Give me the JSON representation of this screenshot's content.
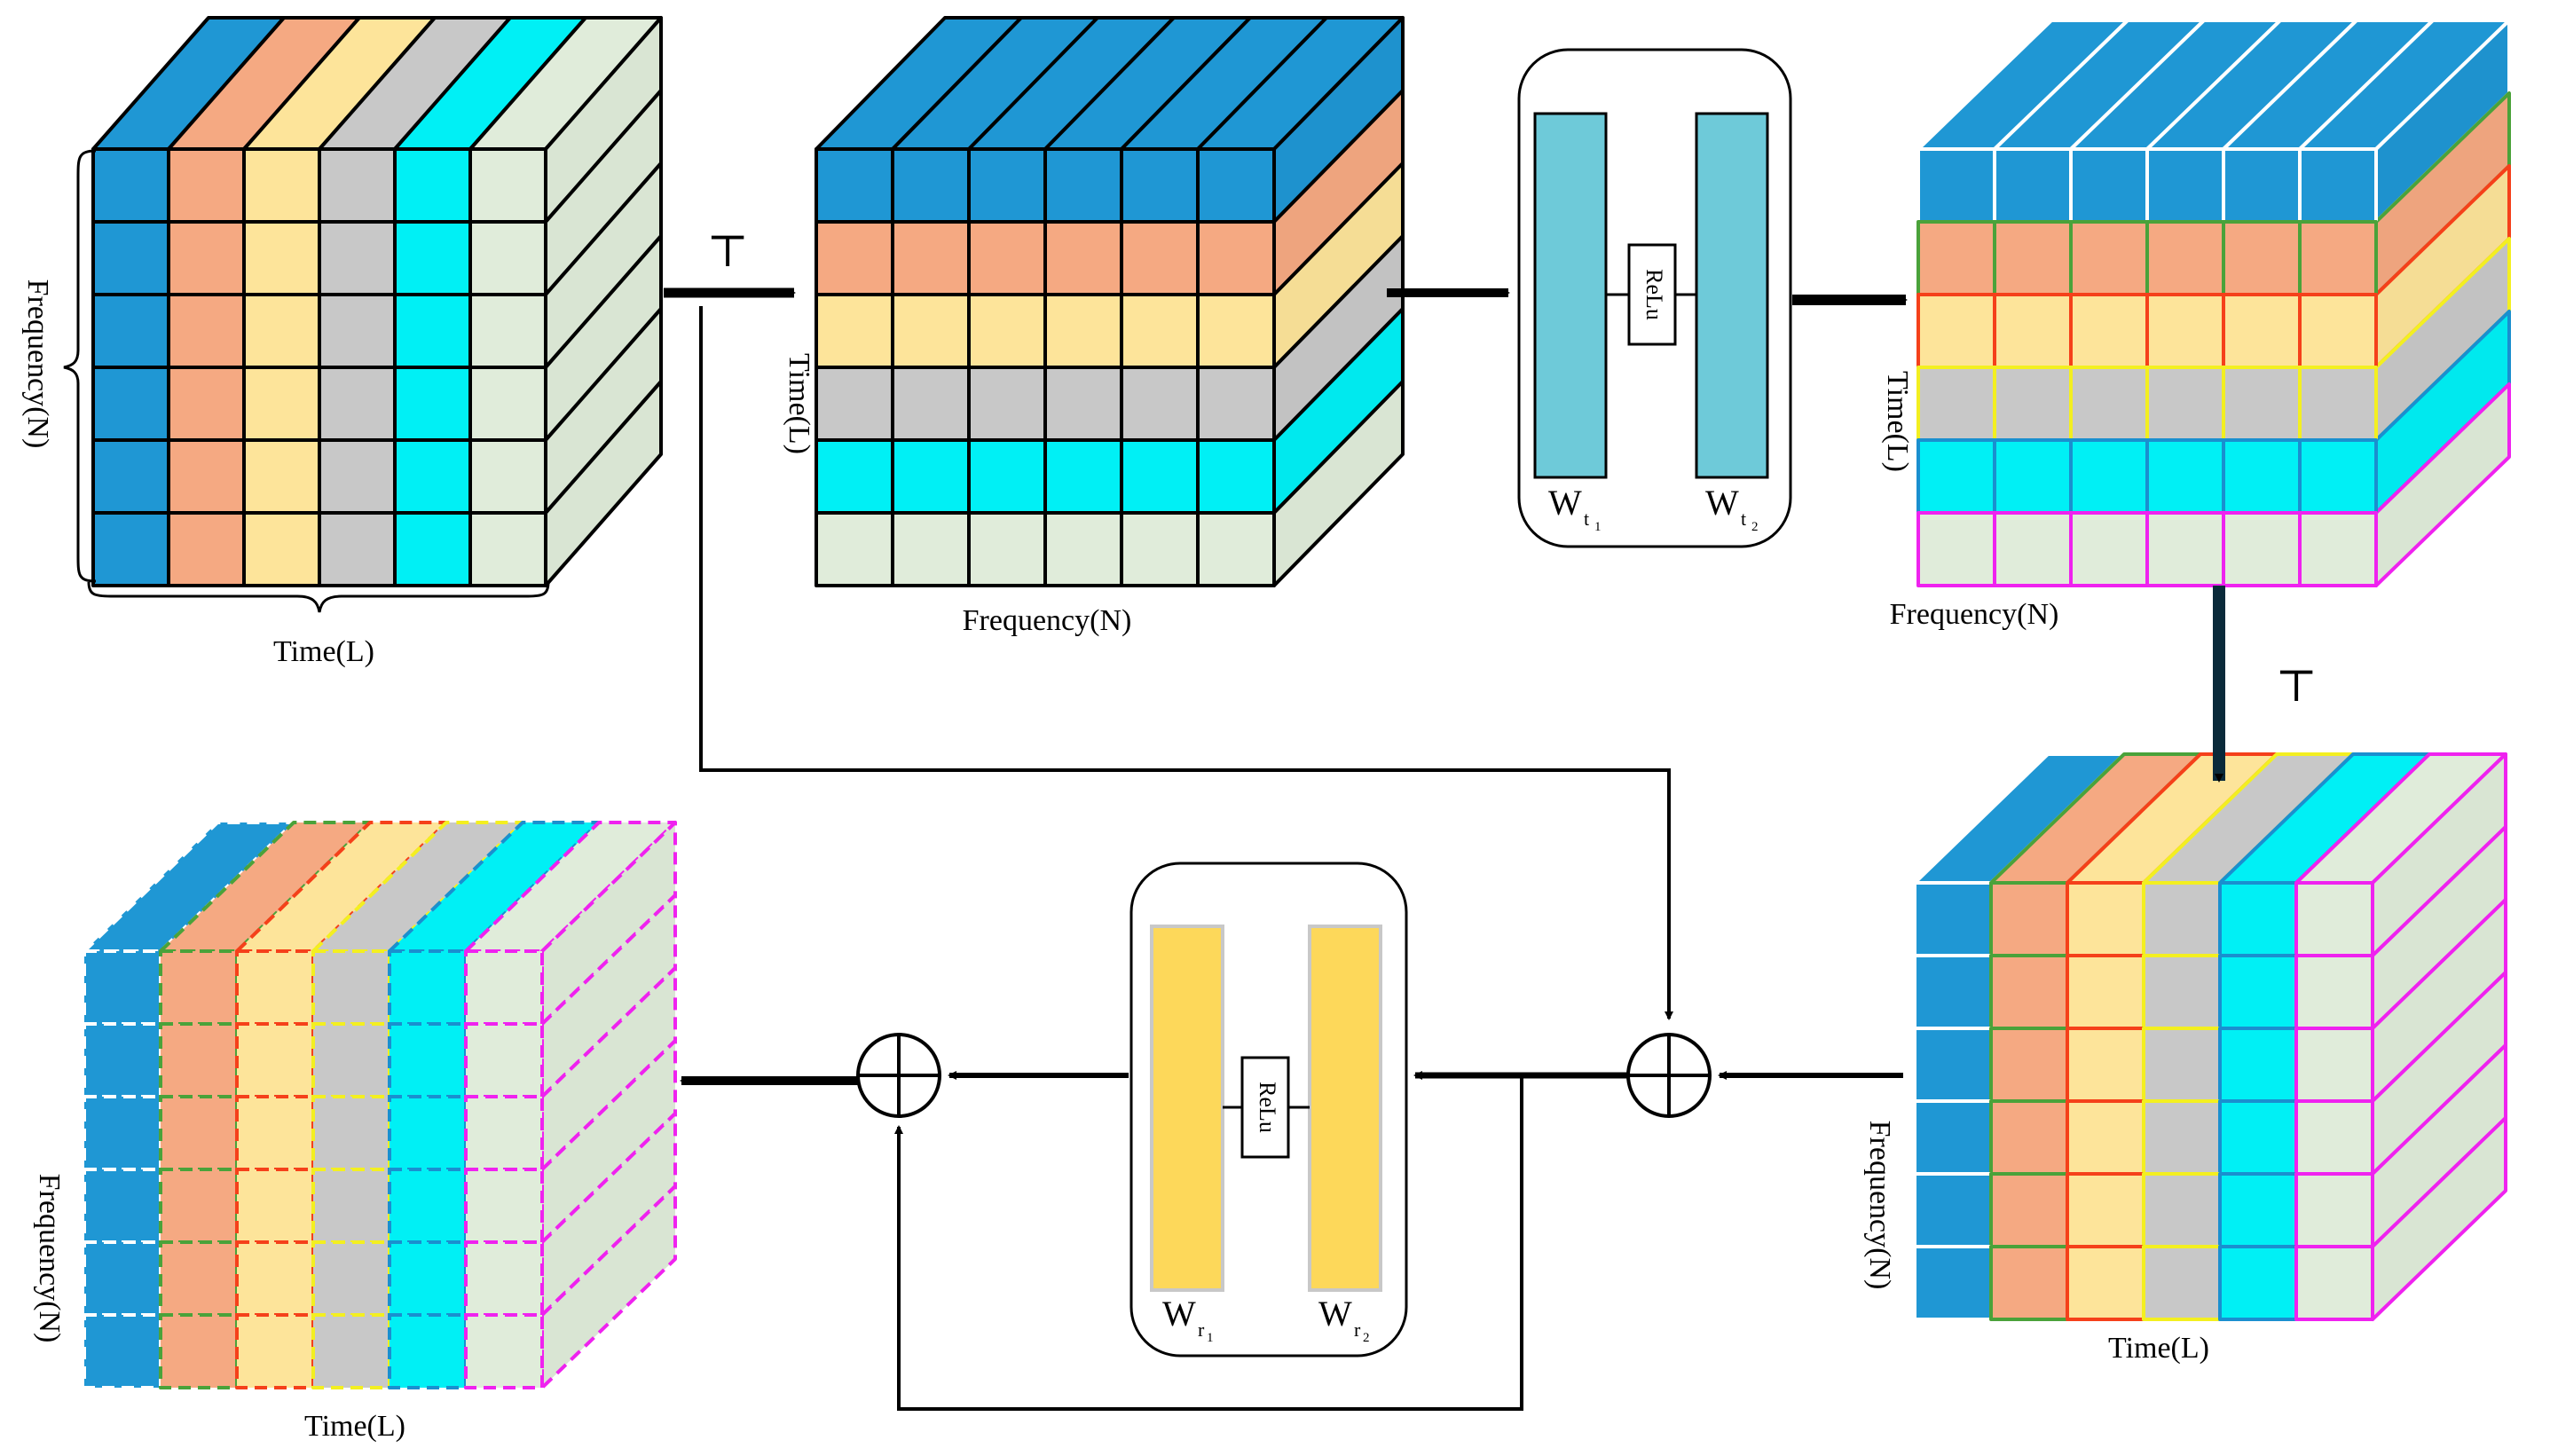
{
  "labels": {
    "time_axis": "Time(L)",
    "freq_axis": "Frequency(N)",
    "transpose_symbol": "⊤",
    "relu": "ReLu",
    "w_t1_main": "W",
    "w_t1_sub": "t",
    "w_t1_subsub": "1",
    "w_t2_main": "W",
    "w_t2_sub": "t",
    "w_t2_subsub": "2",
    "w_r1_main": "W",
    "w_r1_sub": "r",
    "w_r1_subsub": "1",
    "w_r2_main": "W",
    "w_r2_sub": "r",
    "w_r2_subsub": "2"
  },
  "colors": {
    "blue": "#1f97d4",
    "orange": "#f5a982",
    "yellow": "#fde49a",
    "gray": "#c8c8c8",
    "cyan": "#00f0f5",
    "mint": "#e0ecda",
    "mlp_blue": "#6ecad9",
    "mlp_yellow": "#fdd85a",
    "outline_green": "#4aa23a",
    "outline_red": "#f5401a",
    "outline_yellow": "#f3ef20",
    "outline_magenta": "#ef22ef",
    "outline_cyan_dark": "#1a8fcf"
  }
}
